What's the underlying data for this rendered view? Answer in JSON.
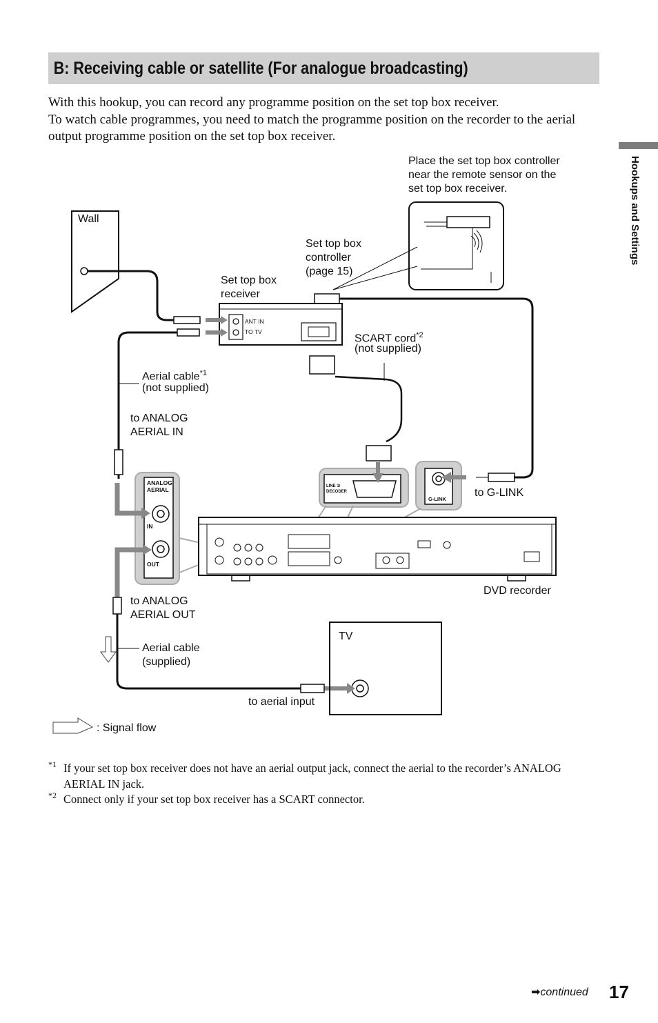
{
  "heading": "B: Receiving cable or satellite (For analogue broadcasting)",
  "intro": [
    "With this hookup, you can record any programme position on the set top box receiver.",
    "To watch cable programmes, you need to match the programme position on the recorder to the aerial output programme position on the set top box receiver."
  ],
  "side_tab": "Hookups and Settings",
  "diagram": {
    "place_note": "Place the set top box controller\nnear the remote sensor on the\nset top box receiver.",
    "wall": "Wall",
    "stb_controller": "Set top box\ncontroller\n(page 15)",
    "stb_receiver": "Set top box\nreceiver",
    "ant_in": "ANT IN",
    "to_tv": "TO TV",
    "scart_cord": "SCART cord",
    "scart_cord_note": "*2",
    "scart_not_supplied": "(not supplied)",
    "aerial_cable_1": "Aerial cable",
    "aerial_cable_1_note": "*1",
    "aerial_cable_1_sub": "(not supplied)",
    "to_analog_in": "to ANALOG\nAERIAL IN",
    "analog_aerial": "ANALOG\nAERIAL",
    "in_label": "IN",
    "out_label": "OUT",
    "line1_decoder": "LINE 1/\nDECODER",
    "glink_small": "G-LINK",
    "to_glink": "to G-LINK",
    "dvd_recorder": "DVD recorder",
    "to_analog_out": "to ANALOG\nAERIAL OUT",
    "aerial_cable_2": "Aerial cable\n(supplied)",
    "tv": "TV",
    "to_aerial_input": "to aerial input",
    "signal_flow": ": Signal flow"
  },
  "footnotes": [
    {
      "mark": "*1",
      "text": "If your set top box receiver does not have an aerial output jack, connect the aerial to the recorder’s ANALOG AERIAL IN jack."
    },
    {
      "mark": "*2",
      "text": "Connect only if your set top box receiver has a SCART connector."
    }
  ],
  "continued": "continued",
  "page_number": "17"
}
